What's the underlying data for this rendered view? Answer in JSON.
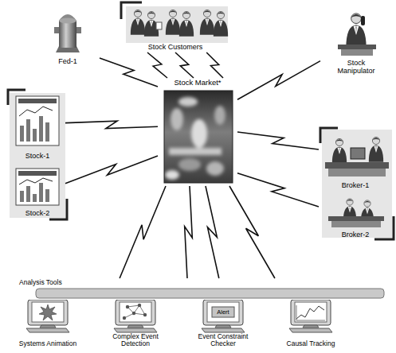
{
  "diagram": {
    "nodes": [
      {
        "text": [
          "Fed-1"
        ]
      },
      {
        "text": [
          "Stock Customers"
        ]
      },
      {
        "text": [
          "Stock Manipulator"
        ]
      },
      {
        "text": [
          "Stock Market*"
        ]
      },
      {
        "text": [
          "Stock-1"
        ]
      },
      {
        "text": [
          "Broker-1"
        ]
      },
      {
        "text": [
          "Stock-2"
        ]
      },
      {
        "text": [
          "Broker-2"
        ]
      },
      {
        "text": [
          "Analysis Tools"
        ]
      },
      {
        "text": [
          "Systems Animation"
        ],
        "in": 8
      },
      {
        "text": [
          "Complex Event Detection"
        ],
        "in": 8
      },
      {
        "text": [
          "Event Constraint Checker"
        ],
        "in": 8
      },
      {
        "text": [
          "Causal Tracking"
        ],
        "in": 8
      }
    ],
    "edges": [
      {
        "from": 0,
        "to": 3,
        "arrow": "none"
      },
      {
        "from": 1,
        "to": 3,
        "arrow": "none"
      },
      {
        "from": 1,
        "to": 3,
        "arrow": "none"
      },
      {
        "from": 1,
        "to": 3,
        "arrow": "none"
      },
      {
        "from": 2,
        "to": 3,
        "arrow": "none"
      },
      {
        "from": 4,
        "to": 3,
        "arrow": "none"
      },
      {
        "from": 6,
        "to": 3,
        "arrow": "none"
      },
      {
        "from": 5,
        "to": 3,
        "arrow": "none"
      },
      {
        "from": 7,
        "to": 3,
        "arrow": "none"
      },
      {
        "from": 3,
        "to": 8,
        "arrow": "none"
      },
      {
        "from": 3,
        "to": 8,
        "arrow": "none"
      },
      {
        "from": 3,
        "to": 8,
        "arrow": "none"
      },
      {
        "from": 3,
        "to": 8,
        "arrow": "none"
      }
    ],
    "labels": [
      "Alert"
    ]
  }
}
